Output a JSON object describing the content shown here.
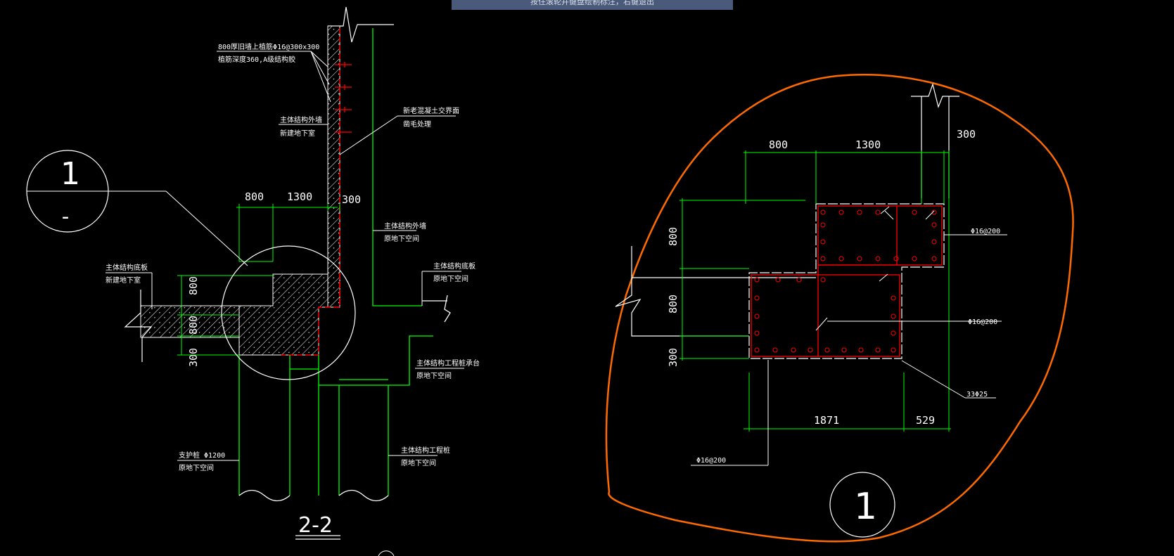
{
  "toolbar": {
    "hint": "按住滚轮并键盘绘制标注，右键退出"
  },
  "left": {
    "section_label": "2-2",
    "callout_number": "1",
    "callout_sub": "-",
    "dims_top": [
      "800",
      "1300"
    ],
    "dim_right": "300",
    "dims_side": [
      "800",
      "800",
      "300"
    ],
    "notes": {
      "bolt_line1": "800厚旧墙上植筋Φ16@300x300",
      "bolt_line2": "植筋深度360,A级结构胶",
      "wall_new_line1": "主体结构外墙",
      "wall_new_line2": "新建地下室",
      "interface_line1": "新老混凝土交界面",
      "interface_line2": "凿毛处理",
      "wall_old_line1": "主体结构外墙",
      "wall_old_line2": "原地下空间",
      "slab_new_line1": "主体结构底板",
      "slab_new_line2": "新建地下室",
      "slab_old_line1": "主体结构底板",
      "slab_old_line2": "原地下空间",
      "cap_line1": "主体结构工程桩承台",
      "cap_line2": "原地下空间",
      "pile_sup_line1": "支护桩 Φ1200",
      "pile_sup_line2": "原地下空间",
      "pile_eng_line1": "主体结构工程桩",
      "pile_eng_line2": "原地下空间"
    }
  },
  "right": {
    "callout_number": "1",
    "dims_top": [
      "800",
      "1300"
    ],
    "dim_right": "300",
    "dims_side": [
      "800",
      "800",
      "300"
    ],
    "dims_bottom": [
      "1871",
      "529"
    ],
    "rebar_labels": {
      "upper": "Φ16@200",
      "middle": "Φ16@200",
      "main": "33Φ25",
      "lower": "Φ16@200"
    }
  },
  "colors": {
    "background": "#000000",
    "lines": "#ffffff",
    "dimension": "#00ff00",
    "rebar": "#ff0000",
    "cloud": "#ff6a00"
  }
}
